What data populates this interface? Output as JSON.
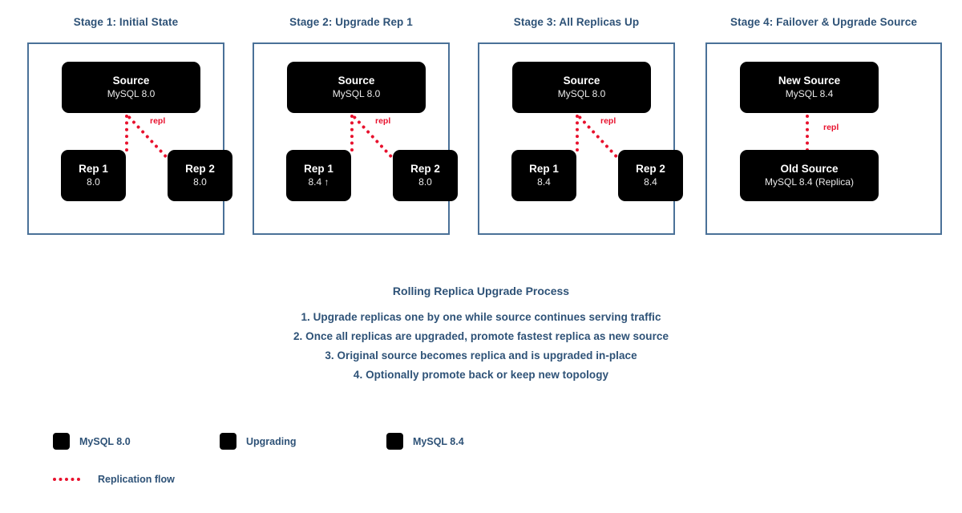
{
  "colors": {
    "panel_border": "#4a7198",
    "title_blue": "#2e5277",
    "node_fill": "#000000",
    "repl_red": "#e8112d",
    "background": "#ffffff"
  },
  "stages": [
    {
      "title": "Stage 1: Initial State",
      "layout": "fan",
      "repl_label": "repl",
      "nodes": [
        {
          "id": "source",
          "label": "Source",
          "sub": "MySQL 8.0"
        },
        {
          "id": "rep1",
          "label": "Rep 1",
          "sub": "8.0"
        },
        {
          "id": "rep2",
          "label": "Rep 2",
          "sub": "8.0"
        }
      ]
    },
    {
      "title": "Stage 2: Upgrade Rep 1",
      "layout": "fan",
      "repl_label": "repl",
      "nodes": [
        {
          "id": "source",
          "label": "Source",
          "sub": "MySQL 8.0"
        },
        {
          "id": "rep1",
          "label": "Rep 1",
          "sub": "8.4 ↑"
        },
        {
          "id": "rep2",
          "label": "Rep 2",
          "sub": "8.0"
        }
      ]
    },
    {
      "title": "Stage 3: All Replicas Up",
      "layout": "fan",
      "repl_label": "repl",
      "nodes": [
        {
          "id": "source",
          "label": "Source",
          "sub": "MySQL 8.0"
        },
        {
          "id": "rep1",
          "label": "Rep 1",
          "sub": "8.4"
        },
        {
          "id": "rep2",
          "label": "Rep 2",
          "sub": "8.4"
        }
      ]
    },
    {
      "title": "Stage 4: Failover & Upgrade Source",
      "layout": "stack",
      "repl_label": "repl",
      "nodes": [
        {
          "id": "new-source",
          "label": "New Source",
          "sub": "MySQL 8.4"
        },
        {
          "id": "old-source",
          "label": "Old Source",
          "sub": "MySQL 8.4 (Replica)"
        }
      ]
    }
  ],
  "process": {
    "title": "Rolling Replica Upgrade Process",
    "steps": [
      "1. Upgrade replicas one by one while source continues serving traffic",
      "2. Once all replicas are upgraded, promote fastest replica as new source",
      "3. Original source becomes replica and is upgraded in-place",
      "4. Optionally promote back or keep new topology"
    ]
  },
  "legend": {
    "swatches": [
      {
        "name": "mysql-80",
        "label": "MySQL 8.0",
        "color": "#000000"
      },
      {
        "name": "upgrading",
        "label": "Upgrading",
        "color": "#000000"
      },
      {
        "name": "mysql-84",
        "label": "MySQL 8.4",
        "color": "#000000"
      }
    ],
    "line": {
      "name": "replication-flow",
      "label": "Replication flow",
      "color": "#e8112d"
    }
  }
}
